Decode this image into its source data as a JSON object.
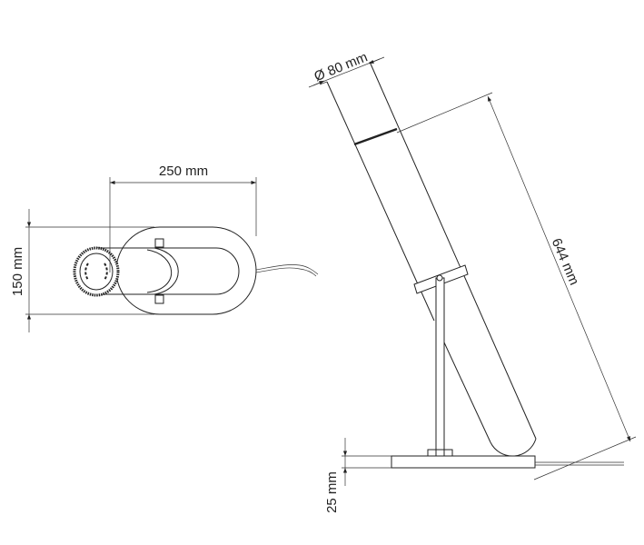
{
  "top_view": {
    "width_label": "250 mm",
    "height_label": "150 mm"
  },
  "side_view": {
    "diameter_label": "Ø 80 mm",
    "length_label": "644 mm",
    "base_height_label": "25 mm"
  },
  "colors": {
    "line": "#222222",
    "background": "#ffffff"
  }
}
